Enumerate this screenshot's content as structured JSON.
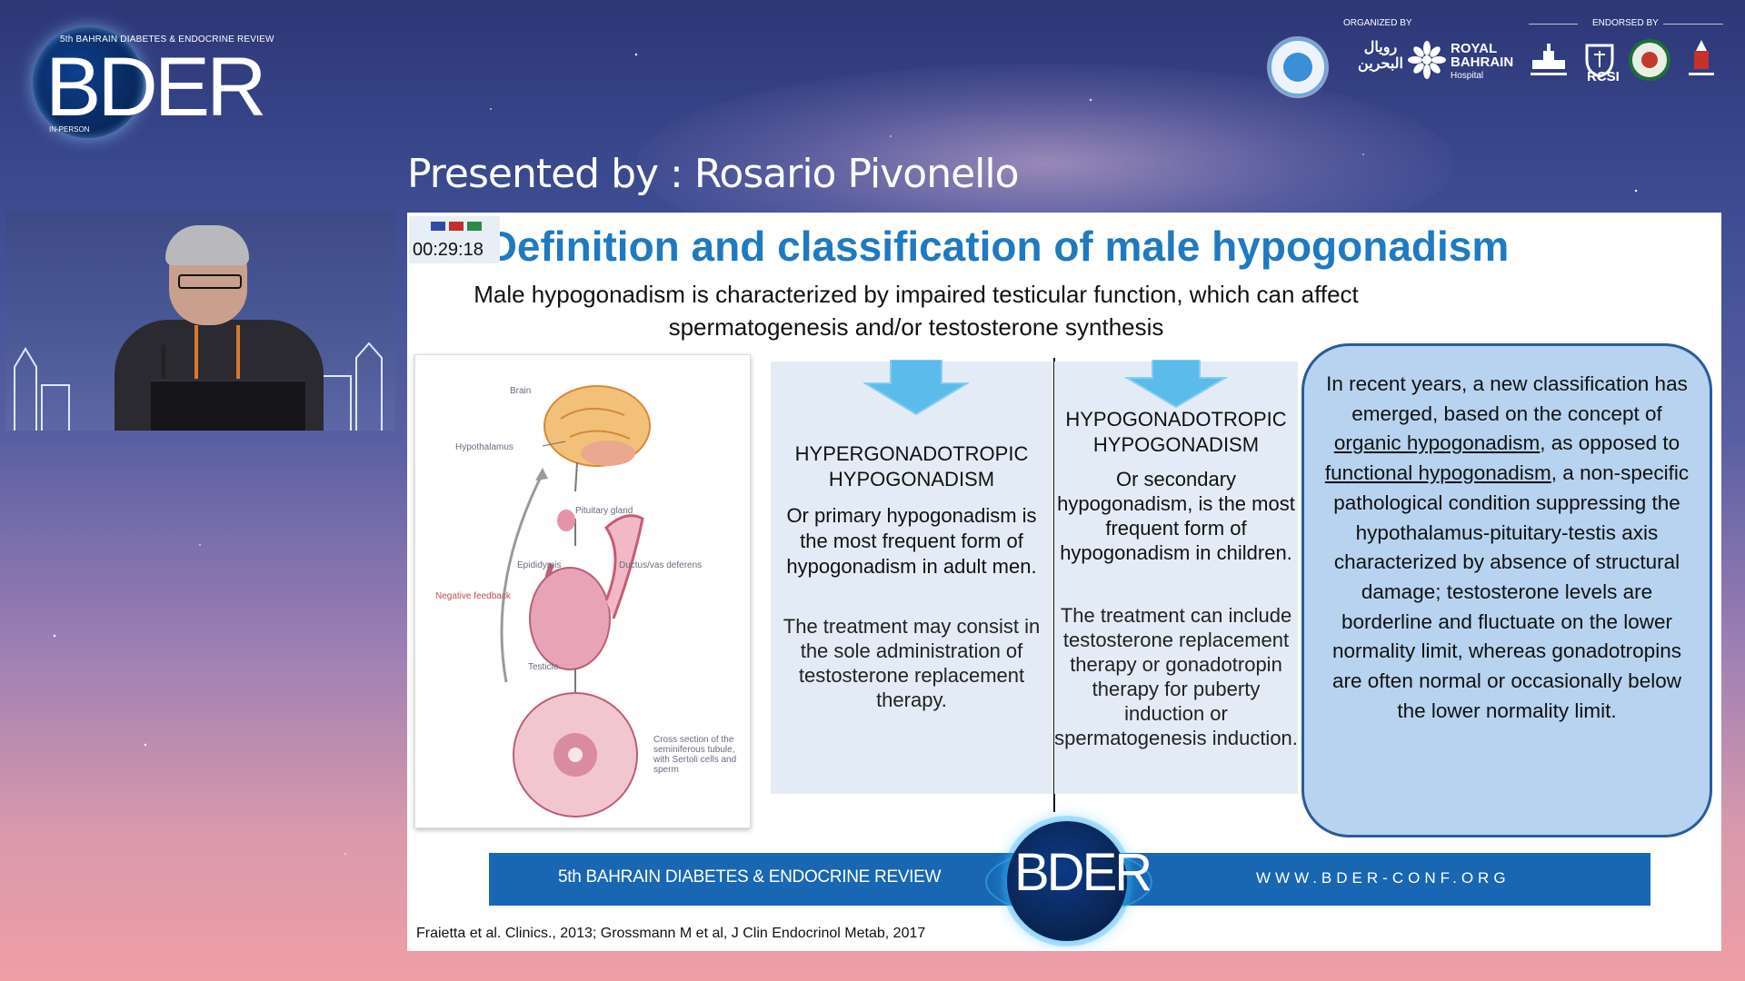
{
  "event_logo": {
    "tag_top": "5th BAHRAIN DIABETES & ENDOCRINE REVIEW",
    "wordmark": "BDER",
    "tag_bottom": "IN-PERSON"
  },
  "sponsors": {
    "organized_label": "ORGANIZED BY",
    "endorsed_label": "ENDORSED BY",
    "arabic_name": "رويال البحرين",
    "royal_line1": "ROYAL",
    "royal_line2": "BAHRAIN",
    "royal_line3": "Hospital",
    "rcsi": "RCSI"
  },
  "presenter": "Presented by : Rosario Pivonello",
  "timer": "00:29:18",
  "slide": {
    "title": "Definition and classification of male hypogonadism",
    "subtitle": "Male hypogonadism is characterized by impaired testicular function, which can affect spermatogenesis and/or testosterone synthesis",
    "anatomy_labels": {
      "brain": "Brain",
      "hypothalamus": "Hypothalamus",
      "pituitary": "Pituitary gland",
      "epididymis": "Epididymis",
      "ductus": "Ductus/vas deferens",
      "negative_feedback": "Negative feedback",
      "testicle": "Testicle",
      "cross_section": "Cross section of the seminiferous tubule, with Sertoli cells and sperm"
    },
    "col_a": {
      "heading": "HYPERGONADOTROPIC HYPOGONADISM",
      "desc": "Or primary hypogonadism is the most frequent form of hypogonadism in adult men.",
      "treatment": "The treatment may consist in the sole administration of testosterone replacement therapy."
    },
    "col_b": {
      "heading": "HYPOGONADOTROPIC HYPOGONADISM",
      "desc": "Or secondary hypogonadism, is the most frequent form of hypogonadism in children.",
      "treatment": "The treatment can include testosterone replacement therapy or gonadotropin therapy for puberty induction or spermatogenesis induction."
    },
    "info": {
      "part1": "In recent years, a new classification has emerged, based on the concept of ",
      "link1": "organic hypogonadism",
      "part2": ", as opposed to ",
      "link2": "functional hypogonadism",
      "part3": ", a non-specific pathological condition suppressing the hypothalamus-pituitary-testis axis characterized by absence of structural damage; testosterone levels are borderline and fluctuate on the lower normality limit, whereas gonadotropins are often normal or occasionally below the lower normality limit."
    },
    "banner_left": "5th BAHRAIN DIABETES & ENDOCRINE REVIEW",
    "banner_logo": "BDER",
    "banner_right": "WWW.BDER-CONF.ORG",
    "citation": "Fraietta et al. Clinics., 2013; Grossmann M et al, J Clin Endocrinol Metab, 2017"
  },
  "colors": {
    "title_blue": "#1f7ac0",
    "banner_blue": "#1967b3",
    "info_fill": "#b7d3ef",
    "info_border": "#2a5b9a",
    "arrow_blue": "#5bbbeb"
  }
}
